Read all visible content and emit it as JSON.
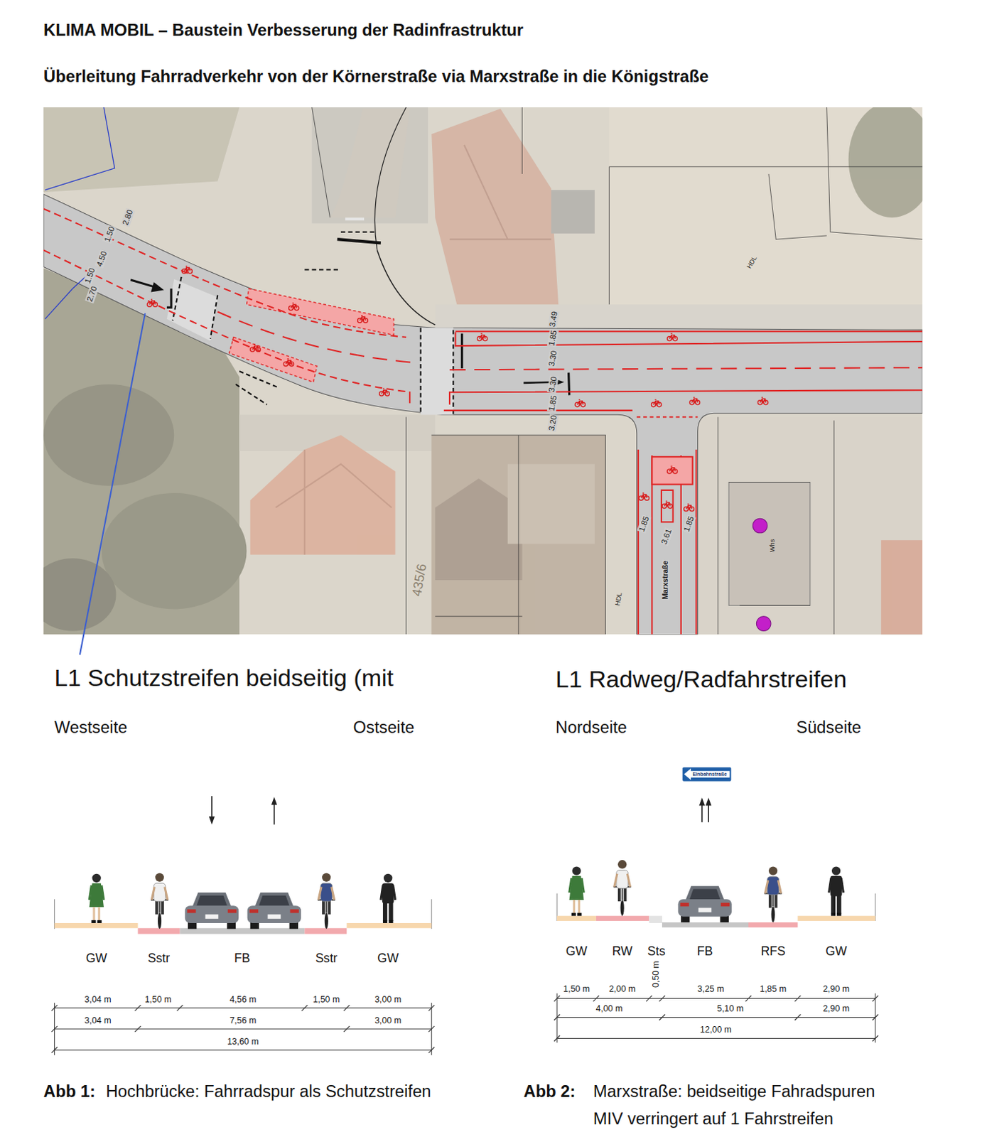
{
  "diagram": {
    "title": "KLIMA MOBIL – Baustein Verbesserung der Radinfrastruktur",
    "nodes": [
      {
        "text": [
          "Einbahnstraße"
        ]
      }
    ],
    "labels": [
      "Überleitung Fahrradverkehr von der Körnerstraße via Marxstraße in die Königstraße",
      "2.80",
      "1.50",
      "4.50",
      "1.50",
      "2.70",
      "3.49",
      "1.85",
      "3.30",
      "3.30",
      "1.85",
      "3.20",
      "1.85",
      "3.61",
      "1.85",
      "Marxstraße",
      "HDL",
      "Whs",
      "HDL",
      "435/6",
      "L1 Schutzstreifen beidseitig (mit",
      "Westseite",
      "Ostseite",
      "GW",
      "Sstr",
      "FB",
      "Sstr",
      "GW",
      "3,04 m",
      "1,50 m",
      "4,56 m",
      "1,50 m",
      "3,00 m",
      "3,04 m",
      "7,56 m",
      "3,00 m",
      "13,60 m",
      "L1 Radweg/Radfahrstreifen",
      "Nordseite",
      "Südseite",
      "GW",
      "RW",
      "Sts",
      "FB",
      "RFS",
      "GW",
      "1,50 m",
      "2,00 m",
      "0,50 m",
      "3,25 m",
      "1,85 m",
      "2,90 m",
      "4,00 m",
      "5,10 m",
      "2,90 m",
      "12,00 m",
      "Abb 1:",
      "Hochbrücke: Fahrradspur als Schutzstreifen",
      "Abb 2:",
      "Marxstraße: beidseitige Fahradspuren",
      "MIV verringert auf 1 Fahrstreifen"
    ]
  }
}
